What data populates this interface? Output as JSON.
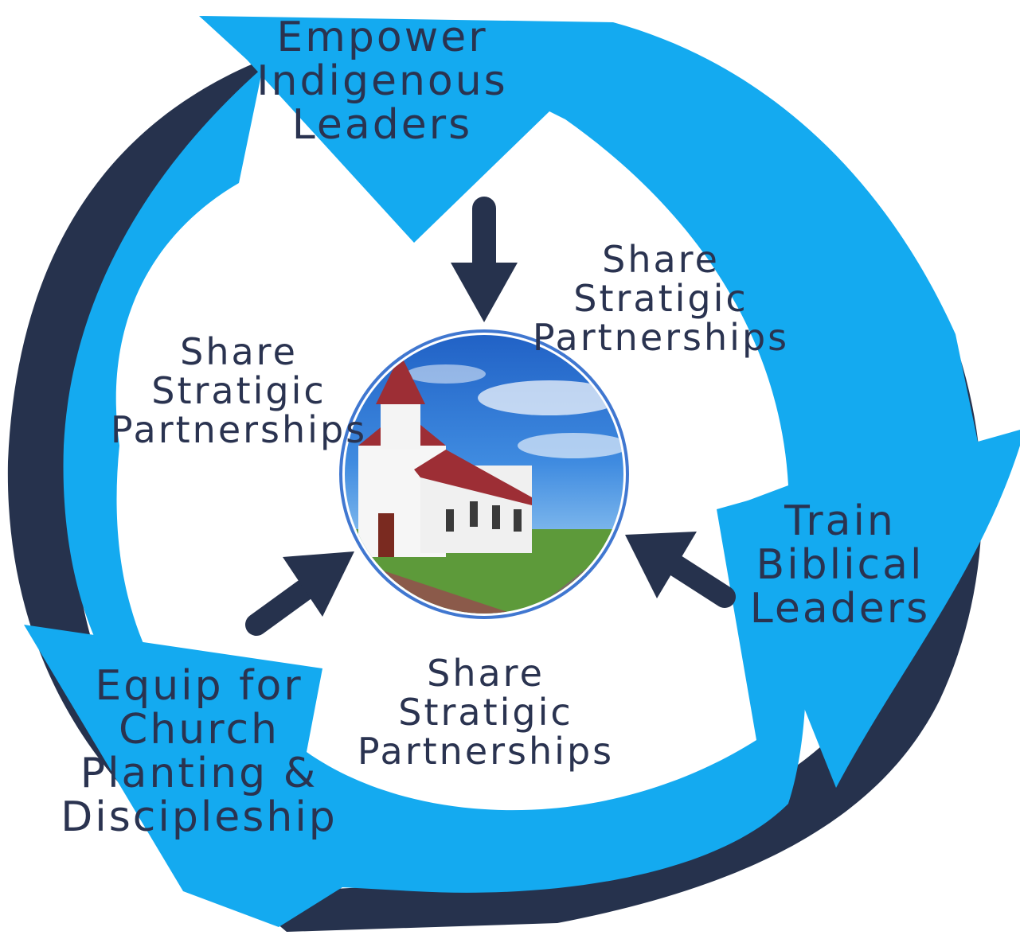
{
  "diagram": {
    "colors": {
      "cycle_light": "#14aaf0",
      "cycle_dark": "#26324d",
      "arrow_dark": "#26324d",
      "text": "#2a3350",
      "background": "#ffffff"
    },
    "stages": {
      "top": {
        "lines": [
          "Empower",
          "Indigenous",
          "Leaders"
        ]
      },
      "right": {
        "lines": [
          "Train",
          "Biblical",
          "Leaders"
        ]
      },
      "left": {
        "lines": [
          "Equip for",
          "Church",
          "Planting &",
          "Discipleship"
        ]
      }
    },
    "spokes": {
      "upper_right": {
        "lines": [
          "Share",
          "Stratigic",
          "Partnerships"
        ]
      },
      "upper_left": {
        "lines": [
          "Share",
          "Stratigic",
          "Partnerships"
        ]
      },
      "bottom": {
        "lines": [
          "Share",
          "Stratigic",
          "Partnerships"
        ]
      }
    },
    "center_image": {
      "icon": "church-photo",
      "alt": "church"
    }
  }
}
